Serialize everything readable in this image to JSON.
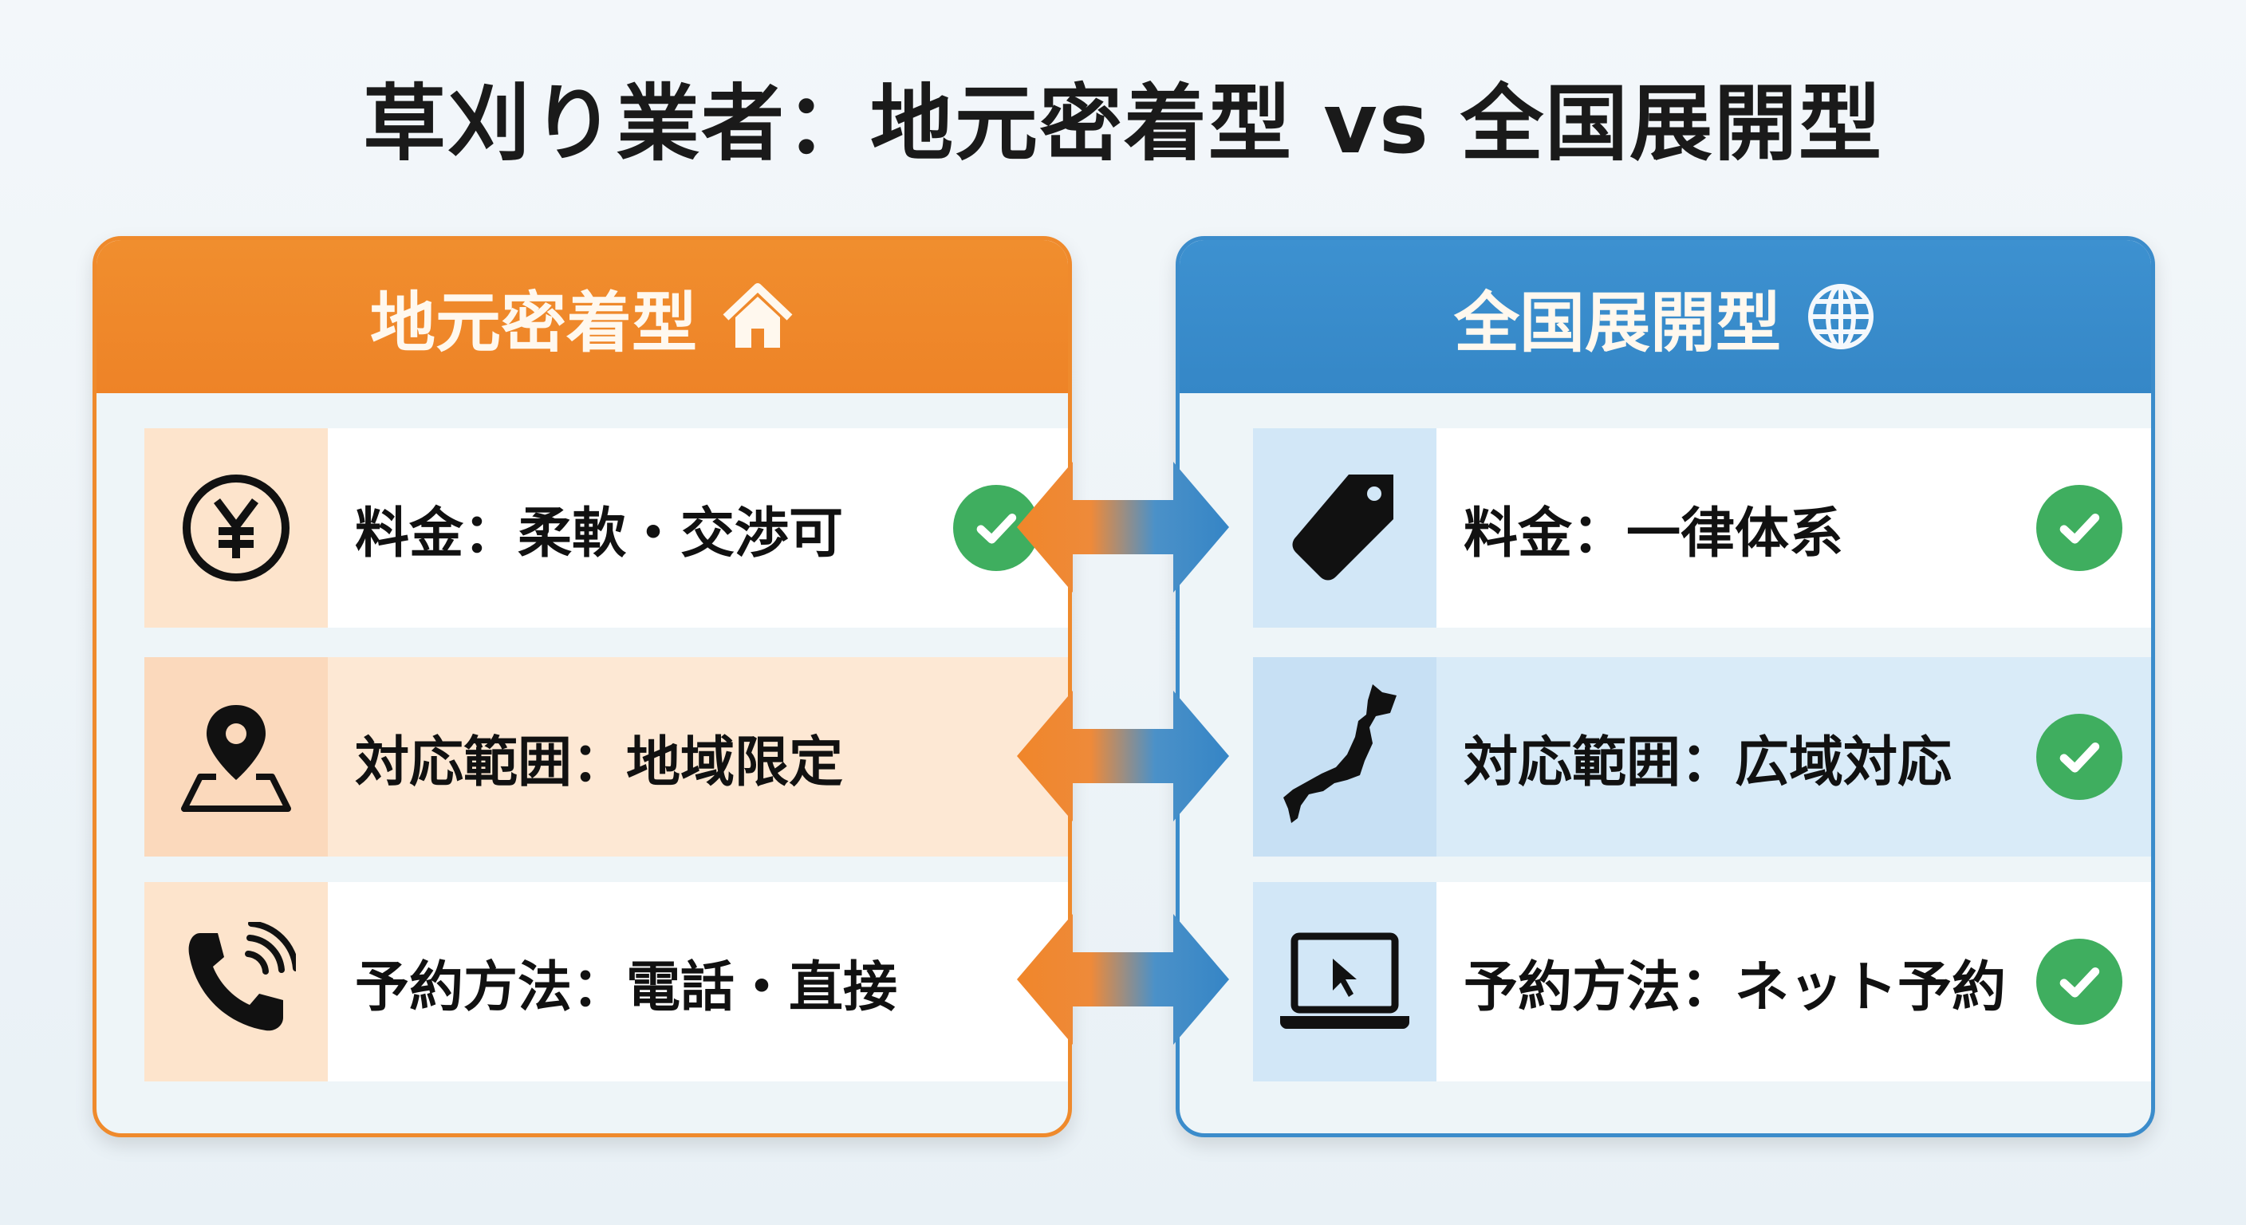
{
  "title": "草刈り業者：地元密着型 vs 全国展開型",
  "left": {
    "header": "地元密着型",
    "header_icon": "home-icon",
    "color": "#ef8a2c",
    "rows": [
      {
        "icon": "yen-icon",
        "text": "料金：柔軟・交渉可",
        "check": true
      },
      {
        "icon": "map-pin-icon",
        "text": "対応範囲：地域限定",
        "check": false
      },
      {
        "icon": "phone-icon",
        "text": "予約方法：電話・直接",
        "check": false
      }
    ]
  },
  "right": {
    "header": "全国展開型",
    "header_icon": "globe-icon",
    "color": "#3b8ccb",
    "rows": [
      {
        "icon": "price-tag-icon",
        "text": "料金：一律体系",
        "check": true
      },
      {
        "icon": "japan-map-icon",
        "text": "対応範囲：広域対応",
        "check": true
      },
      {
        "icon": "laptop-icon",
        "text": "予約方法：ネット予約",
        "check": true
      }
    ]
  },
  "check_color": "#3fae5f"
}
